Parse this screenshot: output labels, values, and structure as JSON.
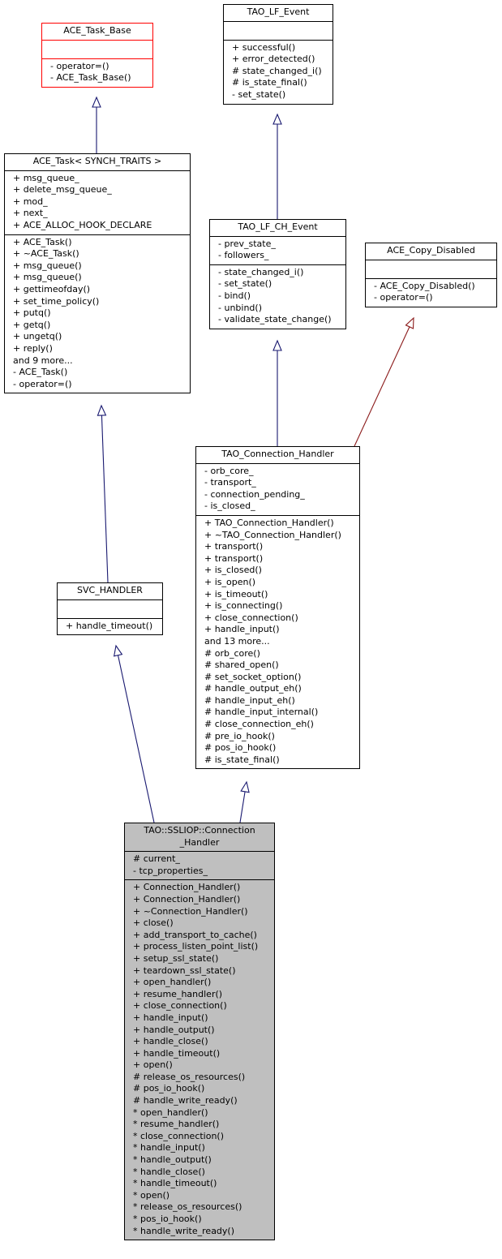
{
  "colors": {
    "inherit_edge": "#191970",
    "private_edge": "#8b1a1a",
    "root_border": "#ff0000",
    "focus_fill": "#bfbfbf"
  },
  "nodes": {
    "ace_task_base": {
      "title": [
        "ACE_Task_Base"
      ],
      "attributes": [],
      "methods": [
        "- operator=()",
        "- ACE_Task_Base()"
      ]
    },
    "ace_task": {
      "title": [
        "ACE_Task< SYNCH_TRAITS >"
      ],
      "attributes": [
        "+ msg_queue_",
        "+ delete_msg_queue_",
        "+ mod_",
        "+ next_",
        "+ ACE_ALLOC_HOOK_DECLARE"
      ],
      "methods": [
        "+ ACE_Task()",
        "+ ~ACE_Task()",
        "+ msg_queue()",
        "+ msg_queue()",
        "+ gettimeofday()",
        "+ set_time_policy()",
        "+ putq()",
        "+ getq()",
        "+ ungetq()",
        "+ reply()",
        "and 9 more...",
        "- ACE_Task()",
        "- operator=()"
      ]
    },
    "svc_handler": {
      "title": [
        "SVC_HANDLER"
      ],
      "attributes": [],
      "methods": [
        "+ handle_timeout()"
      ]
    },
    "tao_lf_event": {
      "title": [
        "TAO_LF_Event"
      ],
      "attributes": [],
      "methods": [
        "+ successful()",
        "+ error_detected()",
        "# state_changed_i()",
        "# is_state_final()",
        "- set_state()"
      ]
    },
    "tao_lf_ch_event": {
      "title": [
        "TAO_LF_CH_Event"
      ],
      "attributes": [
        "- prev_state_",
        "- followers_"
      ],
      "methods": [
        "- state_changed_i()",
        "- set_state()",
        "- bind()",
        "- unbind()",
        "- validate_state_change()"
      ]
    },
    "ace_copy_disabled": {
      "title": [
        "ACE_Copy_Disabled"
      ],
      "attributes": [],
      "methods": [
        "- ACE_Copy_Disabled()",
        "- operator=()"
      ]
    },
    "tao_connection_handler": {
      "title": [
        "TAO_Connection_Handler"
      ],
      "attributes": [
        "- orb_core_",
        "- transport_",
        "- connection_pending_",
        "- is_closed_"
      ],
      "methods": [
        "+ TAO_Connection_Handler()",
        "+ ~TAO_Connection_Handler()",
        "+ transport()",
        "+ transport()",
        "+ is_closed()",
        "+ is_open()",
        "+ is_timeout()",
        "+ is_connecting()",
        "+ close_connection()",
        "+ handle_input()",
        "and 13 more...",
        "# orb_core()",
        "# shared_open()",
        "# set_socket_option()",
        "# handle_output_eh()",
        "# handle_input_eh()",
        "# handle_input_internal()",
        "# close_connection_eh()",
        "# pre_io_hook()",
        "# pos_io_hook()",
        "# is_state_final()"
      ]
    },
    "ssliop_connection_handler": {
      "title": [
        "TAO::SSLIOP::Connection",
        "_Handler"
      ],
      "attributes": [
        "# current_",
        "- tcp_properties_"
      ],
      "methods": [
        "+ Connection_Handler()",
        "+ Connection_Handler()",
        "+ ~Connection_Handler()",
        "+ close()",
        "+ add_transport_to_cache()",
        "+ process_listen_point_list()",
        "+ setup_ssl_state()",
        "+ teardown_ssl_state()",
        "+ open_handler()",
        "+ resume_handler()",
        "+ close_connection()",
        "+ handle_input()",
        "+ handle_output()",
        "+ handle_close()",
        "+ handle_timeout()",
        "+ open()",
        "# release_os_resources()",
        "# pos_io_hook()",
        "# handle_write_ready()",
        "* open_handler()",
        "* resume_handler()",
        "* close_connection()",
        "* handle_input()",
        "* handle_output()",
        "* handle_close()",
        "* handle_timeout()",
        "* open()",
        "* release_os_resources()",
        "* pos_io_hook()",
        "* handle_write_ready()"
      ]
    }
  }
}
